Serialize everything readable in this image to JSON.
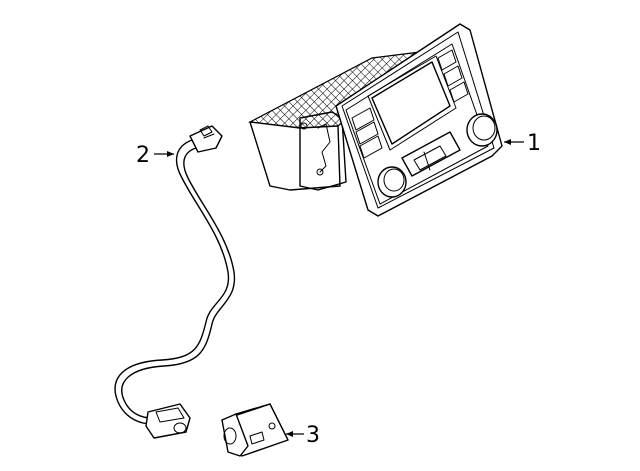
{
  "callouts": [
    {
      "label": "1",
      "part": "radio-head-unit"
    },
    {
      "label": "2",
      "part": "antenna-cable"
    },
    {
      "label": "3",
      "part": "usb-port"
    }
  ],
  "colors": {
    "line": "#000000",
    "background": "#ffffff"
  }
}
